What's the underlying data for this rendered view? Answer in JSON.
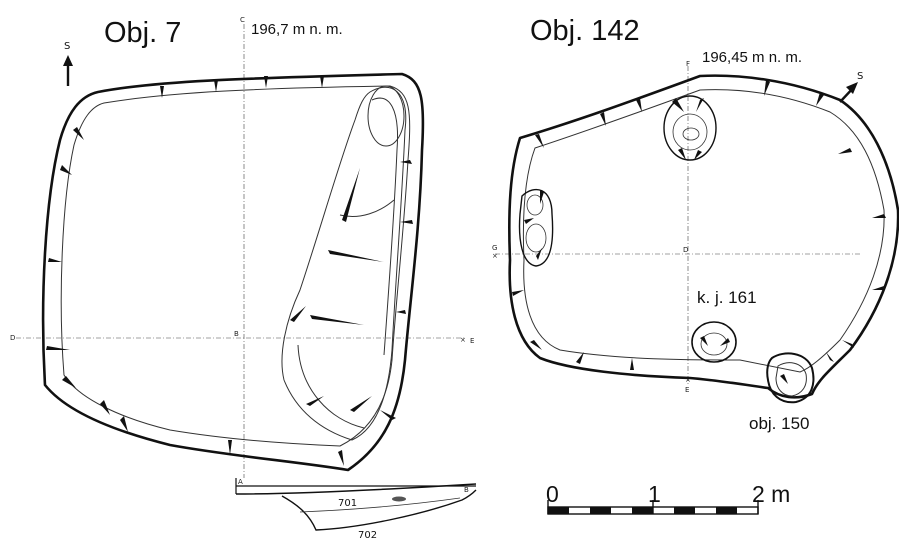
{
  "plans": {
    "left": {
      "title": "Obj. 7",
      "elevation": "196,7 m n. m.",
      "north_label": "S",
      "axis_top": "C",
      "axis_left": "D",
      "axis_right": "E",
      "axis_center": "B",
      "section_left": "A",
      "section_right": "B",
      "section_layer_1": "701",
      "section_layer_2": "702"
    },
    "right": {
      "title": "Obj. 142",
      "elevation": "196,45 m n. m.",
      "north_label": "S",
      "axis_top": "F",
      "axis_left": "G",
      "axis_center": "D",
      "axis_bottom": "E",
      "feature_1": "k. j. 161",
      "feature_2": "obj. 150"
    }
  },
  "scale_bar": {
    "labels": [
      "0",
      "1",
      "2 m"
    ]
  }
}
